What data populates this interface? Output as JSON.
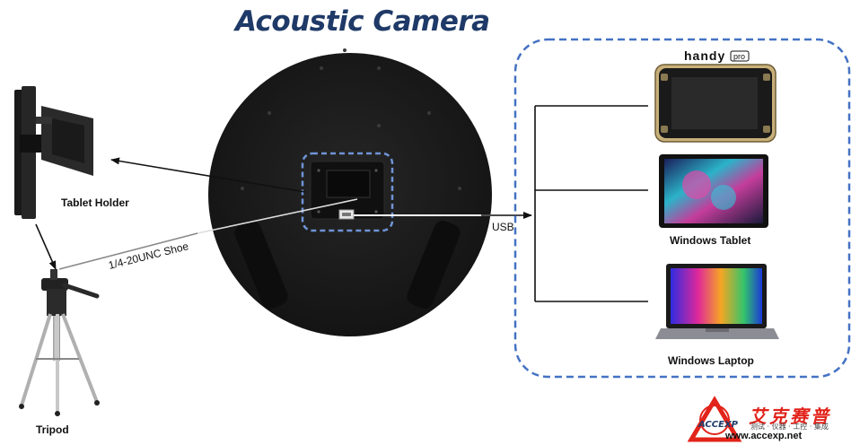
{
  "title": "Acoustic Camera",
  "labels": {
    "tablet_holder": "Tablet Holder",
    "shoe": "1/4-20UNC Shoe",
    "tripod": "Tripod",
    "usb": "USB",
    "windows_tablet": "Windows Tablet",
    "windows_laptop": "Windows Laptop",
    "handy_brand": "handy",
    "handy_pro": "pro"
  },
  "watermark": {
    "logo_text": "ACCEXP",
    "cn_name": "艾克赛普",
    "cn_sub": "测试 · 仪器 · 工控 · 集成",
    "url": "www.accexp.net"
  },
  "colors": {
    "title": "#1f3a68",
    "dashed_border": "#4472c4",
    "device_face": "#1b1b1b",
    "watermark_red": "#e2231a"
  }
}
